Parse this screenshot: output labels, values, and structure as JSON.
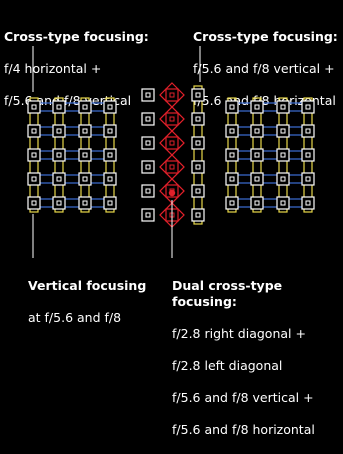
{
  "labels": {
    "top_left": {
      "title": "Cross-type focusing:",
      "lines": [
        "f/4 horizontal +",
        "f/5.6 and f/8 vertical"
      ]
    },
    "top_right": {
      "title": "Cross-type focusing:",
      "lines": [
        "f/5.6 and f/8 vertical +",
        "f/5.6 and f/8 horizontal"
      ]
    },
    "bottom_left": {
      "title": "Vertical focusing",
      "lines": [
        "at f/5.6 and f/8"
      ]
    },
    "bottom_right": {
      "title": "Dual cross-type focusing:",
      "lines": [
        "f/2.8 right diagonal +",
        "f/2.8 left diagonal",
        "f/5.6 and f/8 vertical +",
        "f/5.6 and f/8 horizontal"
      ]
    }
  },
  "colors": {
    "background": "#000000",
    "point": "#ffffff",
    "vertical_line": "#e8d84a",
    "horizontal_line": "#3d6fd6",
    "diagonal": "#e0202a",
    "center_point": "#e0202a"
  }
}
